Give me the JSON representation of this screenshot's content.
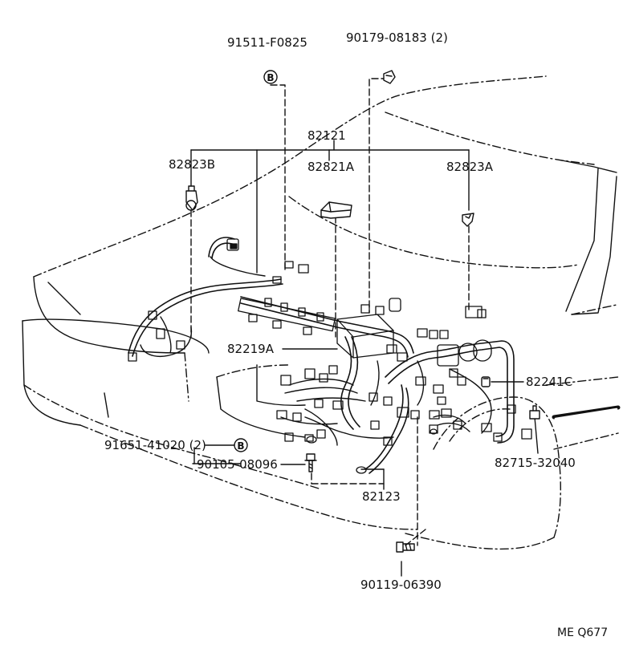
{
  "diagram": {
    "part_labels": {
      "p91511": "91511-F0825",
      "p90179": "90179-08183 (2)",
      "p82121": "82121",
      "p82823B": "82823B",
      "p82821A": "82821A",
      "p82823A": "82823A",
      "p82219A": "82219A",
      "p82241C": "82241C",
      "p91651": "91651-41020 (2)",
      "p90105": "90105-08096",
      "p82123": "82123",
      "p82715": "82715-32040",
      "p90119": "90119-06390",
      "ref_code": "ME Q677"
    },
    "bolt_symbol": "B"
  }
}
